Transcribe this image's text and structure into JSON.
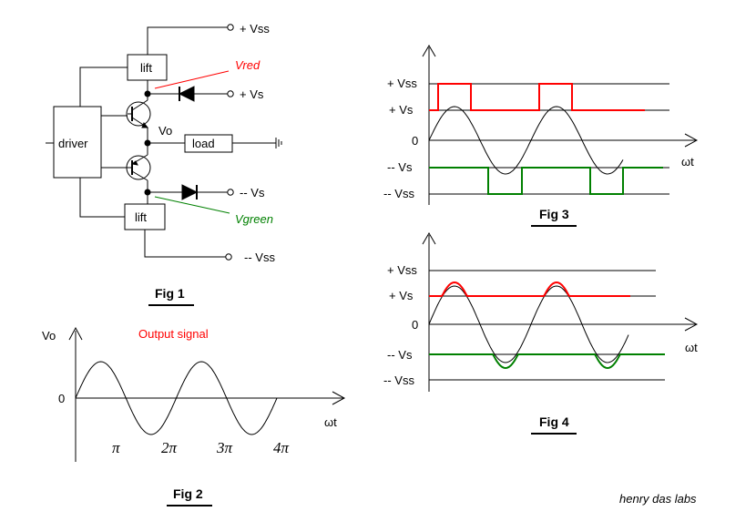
{
  "fig1": {
    "caption": "Fig 1",
    "labels": {
      "vss_pos": "+ Vss",
      "vss_neg": "-- Vss",
      "vs_pos": "+ Vs",
      "vs_neg": "-- Vs",
      "vred": "Vred",
      "vgreen": "Vgreen",
      "vo": "Vo",
      "lift_top": "lift",
      "lift_bottom": "lift",
      "driver": "driver",
      "load": "load"
    }
  },
  "fig2": {
    "caption": "Fig 2",
    "title": "Output signal",
    "ylabel": "Vo",
    "zero": "0",
    "xlabel": "ωt",
    "ticks": [
      "π",
      "2π",
      "3π",
      "4π"
    ]
  },
  "fig3": {
    "caption": "Fig 3",
    "levels": [
      "+ Vss",
      "+  Vs",
      "0",
      "--  Vs",
      "-- Vss"
    ],
    "xlabel": "ωt"
  },
  "fig4": {
    "caption": "Fig 4",
    "levels": [
      "+ Vss",
      "+  Vs",
      "0",
      "--  Vs",
      "-- Vss"
    ],
    "xlabel": "ωt"
  },
  "credit": "henry das labs",
  "colors": {
    "red": "#ff0000",
    "green": "#008000",
    "black": "#000000"
  }
}
